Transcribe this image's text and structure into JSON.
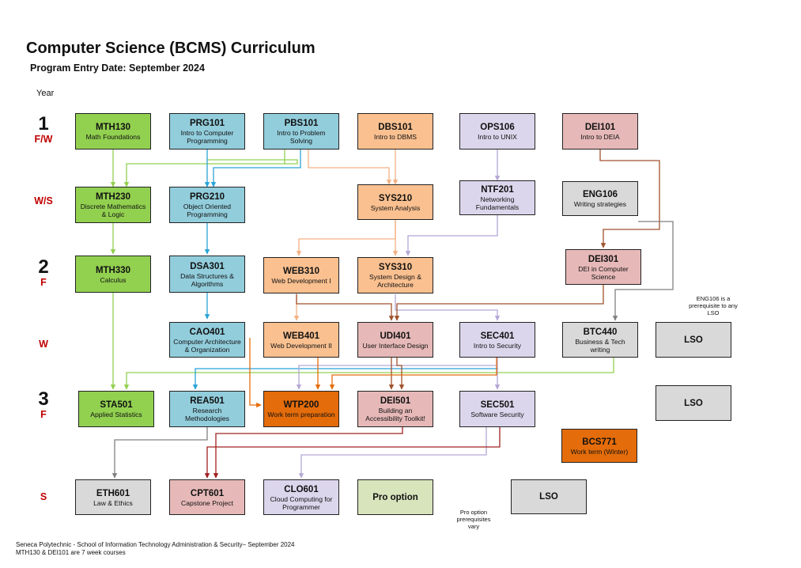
{
  "title": "Computer Science (BCMS) Curriculum",
  "subtitle": "Program Entry Date: September 2024",
  "year_label": "Year",
  "rows": {
    "y1": {
      "num": "1",
      "sem": "F/W"
    },
    "ws": "W/S",
    "y2": {
      "num": "2",
      "sem": "F"
    },
    "w": "W",
    "y3": {
      "num": "3",
      "sem": "F"
    },
    "s": "S"
  },
  "courses": {
    "mth130": {
      "code": "MTH130",
      "name": "Math Foundations"
    },
    "prg101": {
      "code": "PRG101",
      "name": "Intro to Computer Programming"
    },
    "pbs101": {
      "code": "PBS101",
      "name": "Intro to Problem Solving"
    },
    "dbs101": {
      "code": "DBS101",
      "name": "Intro to DBMS"
    },
    "ops106": {
      "code": "OPS106",
      "name": "Intro to UNIX"
    },
    "dei101": {
      "code": "DEI101",
      "name": "Intro to DEIA"
    },
    "mth230": {
      "code": "MTH230",
      "name": "Discrete Mathematics & Logic"
    },
    "prg210": {
      "code": "PRG210",
      "name": "Object Oriented Programming"
    },
    "sys210": {
      "code": "SYS210",
      "name": "System Analysis"
    },
    "ntf201": {
      "code": "NTF201",
      "name": "Networking Fundamentals"
    },
    "eng106": {
      "code": "ENG106",
      "name": "Writing strategies"
    },
    "mth330": {
      "code": "MTH330",
      "name": "Calculus"
    },
    "dsa301": {
      "code": "DSA301",
      "name": "Data Structures & Algorithms"
    },
    "web310": {
      "code": "WEB310",
      "name": "Web Development I"
    },
    "sys310": {
      "code": "SYS310",
      "name": "System Design & Architecture"
    },
    "dei301": {
      "code": "DEI301",
      "name": "DEI in Computer Science"
    },
    "cao401": {
      "code": "CAO401",
      "name": "Computer Architecture & Organization"
    },
    "web401": {
      "code": "WEB401",
      "name": "Web Development II"
    },
    "udi401": {
      "code": "UDI401",
      "name": "User Interface Design"
    },
    "sec401": {
      "code": "SEC401",
      "name": "Intro to Security"
    },
    "btc440": {
      "code": "BTC440",
      "name": "Business & Tech writing"
    },
    "lso1": {
      "code": "LSO"
    },
    "sta501": {
      "code": "STA501",
      "name": "Applied Statistics"
    },
    "rea501": {
      "code": "REA501",
      "name": "Research Methodologies"
    },
    "wtp200": {
      "code": "WTP200",
      "name": "Work term preparation"
    },
    "dei501": {
      "code": "DEI501",
      "name": "Building an Accessibility Toolkit!"
    },
    "sec501": {
      "code": "SEC501",
      "name": "Software Security"
    },
    "lso2": {
      "code": "LSO"
    },
    "bcs771": {
      "code": "BCS771",
      "name": "Work term (Winter)"
    },
    "eth601": {
      "code": "ETH601",
      "name": "Law & Ethics"
    },
    "cpt601": {
      "code": "CPT601",
      "name": "Capstone Project"
    },
    "clo601": {
      "code": "CLO601",
      "name": "Cloud Computing for Programmer"
    },
    "pro": {
      "code": "Pro option"
    },
    "lso3": {
      "code": "LSO"
    }
  },
  "notes": {
    "eng106_note": "ENG106 is a prerequisite to any LSO",
    "pro_note": "Pro option prerequisites vary"
  },
  "footer": {
    "line1": "Seneca Polytechnic - School of Information Technology Administration & Security– September 2024",
    "line2": "MTH130 & DEI101 are 7 week courses"
  },
  "colors": {
    "green": "#92d050",
    "blue": "#92cddc",
    "peach": "#fac090",
    "lavender": "#dcd6ec",
    "pink": "#e6b9b8",
    "grey": "#d9d9d9",
    "orange": "#e46c0a",
    "light_green": "#d8e4bc",
    "row_label_red": "#c00000"
  }
}
